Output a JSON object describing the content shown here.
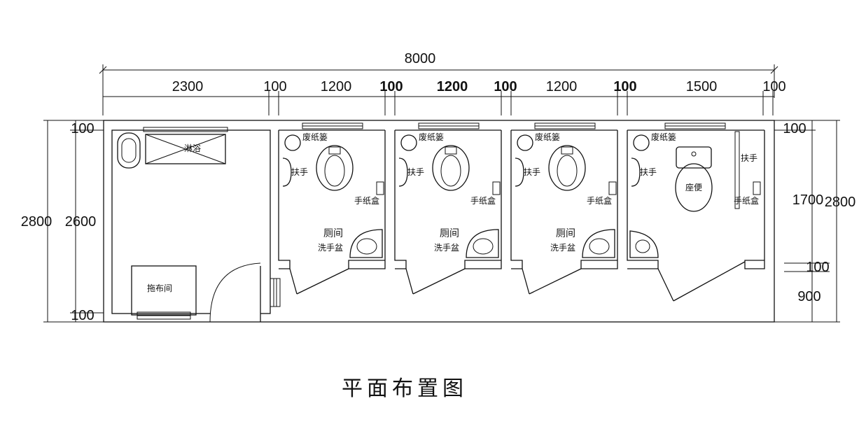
{
  "title": "平面布置图",
  "dimensions": {
    "total_width": "8000",
    "segments": [
      "2300",
      "100",
      "1200",
      "100",
      "1200",
      "100",
      "1200",
      "100",
      "1500",
      "100"
    ],
    "left_outer": "2800",
    "left_inner": "2600",
    "left_top": "100",
    "left_bottom": "100",
    "right_top": "100",
    "right_mid": "1700",
    "right_outer": "2800",
    "right_gap": "100",
    "right_bottom": "900"
  },
  "labels": {
    "mop_room_label": "拖布间",
    "shower_label": "淋浴",
    "paper_basket": "废纸篓",
    "handrail": "扶手",
    "paper_holder": "手纸盒",
    "stall": "厕间",
    "sink": "洗手盆",
    "toilet": "座便"
  }
}
